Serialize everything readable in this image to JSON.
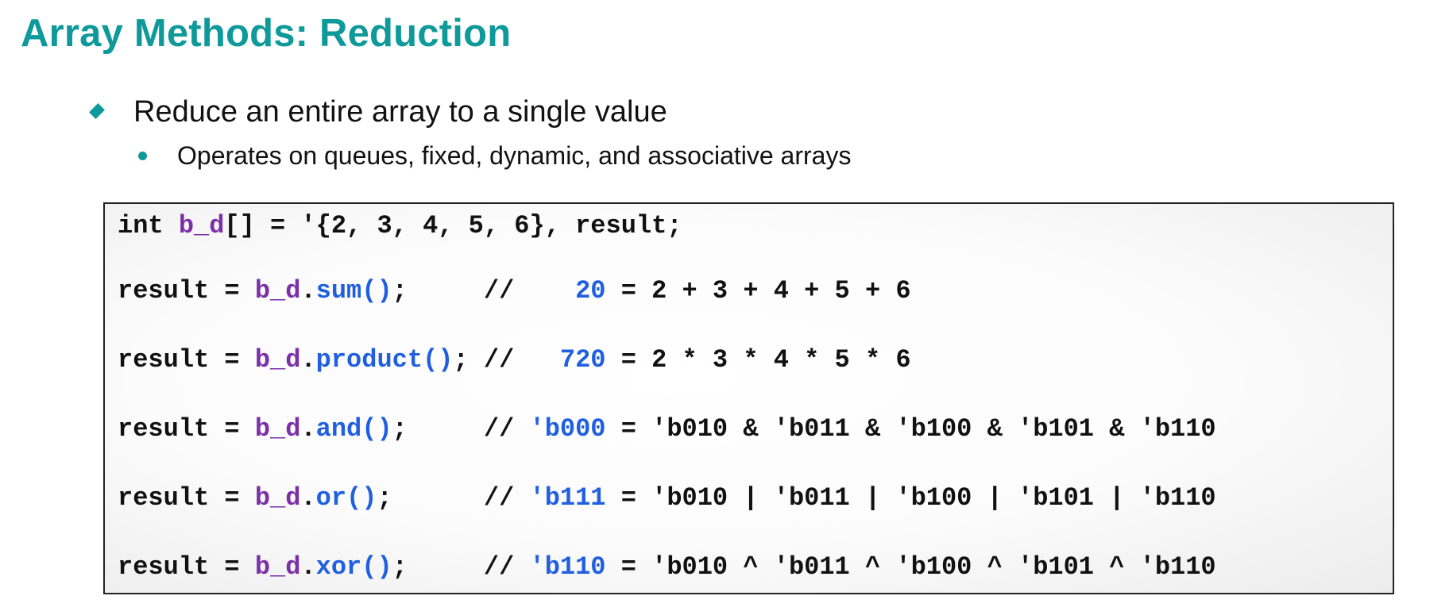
{
  "slide": {
    "title": "Array Methods: Reduction",
    "bullets": [
      {
        "text": "Reduce an entire array to a single value"
      },
      {
        "text": "Operates on queues, fixed, dynamic, and associative arrays"
      }
    ]
  },
  "code": {
    "decl": {
      "keyword": "int ",
      "array": "b_d",
      "rest": "[] = '{2, 3, 4, 5, 6}, result;"
    },
    "lines": [
      {
        "lhs": "result = ",
        "array": "b_d",
        "dot": ".",
        "method": "sum()",
        "pad": ";     ",
        "comment": "//    ",
        "result": "20",
        "expr": " = 2 + 3 + 4 + 5 + 6"
      },
      {
        "lhs": "result = ",
        "array": "b_d",
        "dot": ".",
        "method": "product()",
        "pad": "; ",
        "comment": "//   ",
        "result": "720",
        "expr": " = 2 * 3 * 4 * 5 * 6"
      },
      {
        "lhs": "result = ",
        "array": "b_d",
        "dot": ".",
        "method": "and()",
        "pad": ";     ",
        "comment": "// ",
        "result": "'b000",
        "expr": " = 'b010 & 'b011 & 'b100 & 'b101 & 'b110"
      },
      {
        "lhs": "result = ",
        "array": "b_d",
        "dot": ".",
        "method": "or()",
        "pad": ";      ",
        "comment": "// ",
        "result": "'b111",
        "expr": " = 'b010 | 'b011 | 'b100 | 'b101 | 'b110"
      },
      {
        "lhs": "result = ",
        "array": "b_d",
        "dot": ".",
        "method": "xor()",
        "pad": ";     ",
        "comment": "// ",
        "result": "'b110",
        "expr": " = 'b010 ^ 'b011 ^ 'b100 ^ 'b101 ^ 'b110"
      }
    ]
  },
  "colors": {
    "title": "#0e9a9a",
    "bullet_marker": "#0e9a9a",
    "array_identifier": "#7b2fa8",
    "method_name": "#1f5fe0",
    "result_value": "#1f5fe0",
    "code_text": "#111111"
  }
}
